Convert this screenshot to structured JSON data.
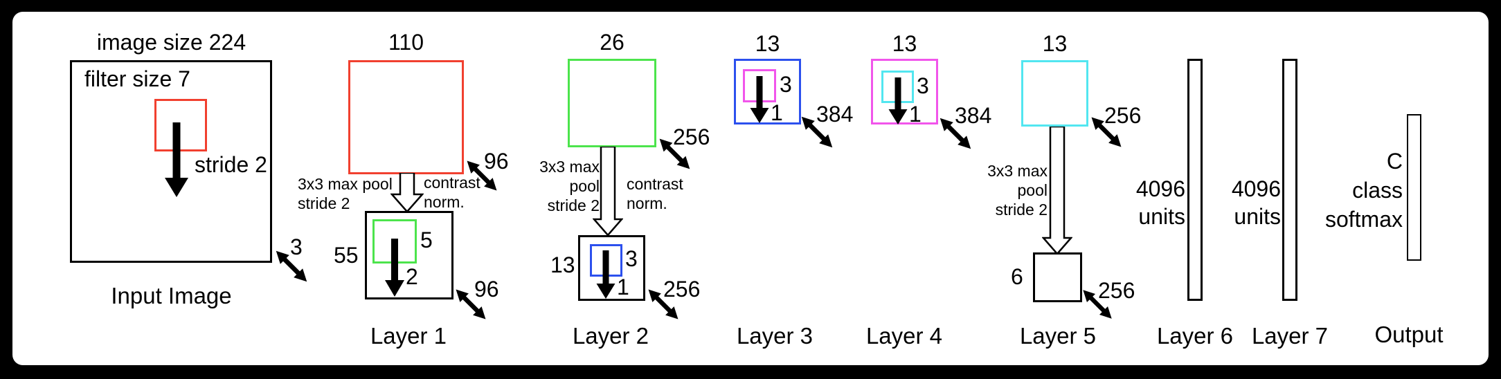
{
  "diagram": {
    "input": {
      "size_label": "image size 224",
      "filter_label": "filter size 7",
      "stride_label": "stride 2",
      "depth": "3",
      "caption": "Input Image"
    },
    "layer1": {
      "conv_size": "110",
      "conv_depth": "96",
      "pool_note": [
        "3x3 max pool",
        "stride 2"
      ],
      "norm_note": [
        "contrast",
        "norm."
      ],
      "pool_size": "55",
      "filter_size": "5",
      "filter_stride": "2",
      "pool_depth": "96",
      "caption": "Layer 1"
    },
    "layer2": {
      "conv_size": "26",
      "conv_depth": "256",
      "pool_note": [
        "3x3 max",
        "pool",
        "stride 2"
      ],
      "norm_note": [
        "contrast",
        "norm."
      ],
      "pool_size": "13",
      "filter_size": "3",
      "filter_stride": "1",
      "pool_depth": "256",
      "caption": "Layer 2"
    },
    "layer3": {
      "size": "13",
      "filter_size": "3",
      "filter_stride": "1",
      "depth": "384",
      "caption": "Layer 3"
    },
    "layer4": {
      "size": "13",
      "filter_size": "3",
      "filter_stride": "1",
      "depth": "384",
      "caption": "Layer 4"
    },
    "layer5": {
      "size": "13",
      "depth": "256",
      "pool_note": [
        "3x3 max",
        "pool",
        "stride 2"
      ],
      "pool_size": "6",
      "pool_depth": "256",
      "caption": "Layer 5"
    },
    "layer6": {
      "units": [
        "4096",
        "units"
      ],
      "caption": "Layer 6"
    },
    "layer7": {
      "units": [
        "4096",
        "units"
      ],
      "caption": "Layer 7"
    },
    "output": {
      "label": [
        "C",
        "class",
        "softmax"
      ],
      "caption": "Output"
    },
    "colors": {
      "red": "#f1402f",
      "green": "#4ce44c",
      "blue": "#2c50ee",
      "magenta": "#f155eb",
      "cyan": "#52e6f0",
      "line": "#000000",
      "panel_background": "#ffffff",
      "frame_background": "#000000"
    }
  }
}
